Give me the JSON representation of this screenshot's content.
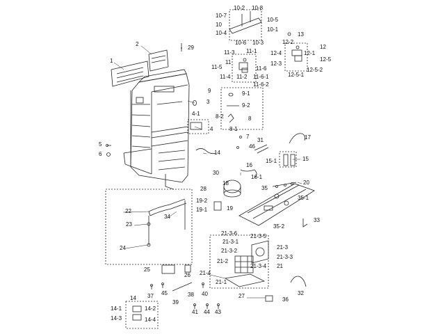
{
  "diagram": {
    "callouts": [
      "10-2",
      "10-8",
      "10-7",
      "10-5",
      "10",
      "10-1",
      "10-4",
      "10-6",
      "10-3",
      "13",
      "2",
      "29",
      "12-2",
      "12",
      "12-4",
      "12-1",
      "12-5",
      "12-3",
      "12-5-1",
      "12-5-2",
      "11-3",
      "11-1",
      "11",
      "11-5",
      "11-6",
      "11-4",
      "11-2",
      "11-6-1",
      "11-6-2",
      "1",
      "9",
      "9-1",
      "3",
      "9-2",
      "4-1",
      "8-2",
      "8",
      "4",
      "8-1",
      "7",
      "31",
      "17",
      "5",
      "46",
      "6",
      "14",
      "15",
      "15-1",
      "16",
      "16-1",
      "30",
      "20",
      "18",
      "35",
      "28",
      "35-1",
      "19-2",
      "19",
      "19-1",
      "22",
      "33",
      "23",
      "34",
      "35-2",
      "21-3-6",
      "21-3-5",
      "21-3-1",
      "21-3",
      "21-3-2",
      "21-3-3",
      "21-2",
      "21-3-4",
      "21",
      "24",
      "21-4",
      "21-1",
      "25",
      "26",
      "32",
      "45",
      "38",
      "37",
      "40",
      "27",
      "36",
      "39",
      "14",
      "14-1",
      "14-2",
      "14-3",
      "14-4",
      "41",
      "44",
      "43"
    ]
  }
}
